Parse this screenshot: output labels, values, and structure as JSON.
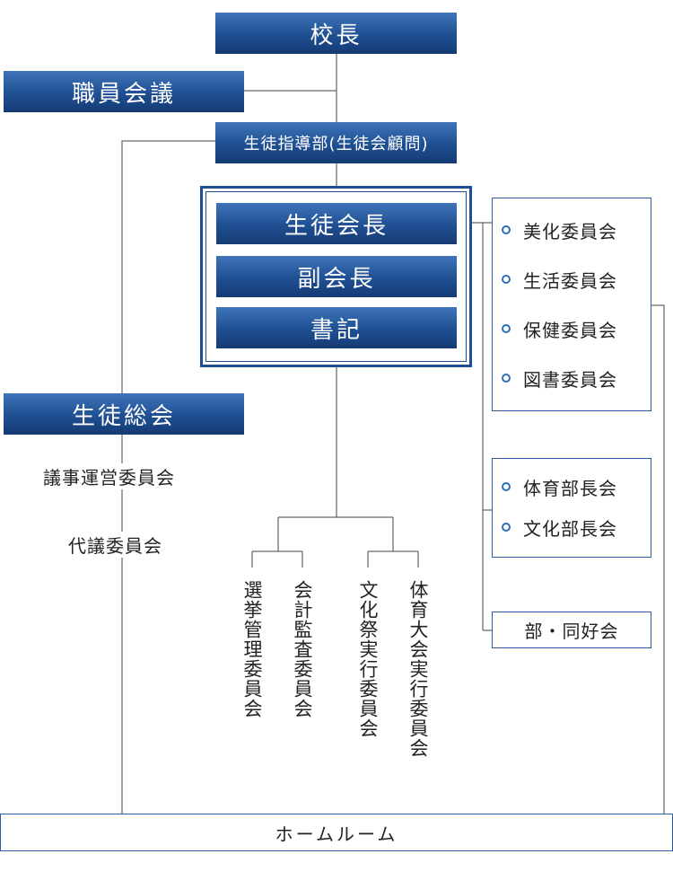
{
  "principal": "校長",
  "staff_meeting": "職員会議",
  "guidance_dept": "生徒指導部(生徒会顧問)",
  "exec": {
    "president": "生徒会長",
    "vice_president": "副会長",
    "secretary": "書記"
  },
  "committees_a": [
    "美化委員会",
    "生活委員会",
    "保健委員会",
    "図書委員会"
  ],
  "committees_b": [
    "体育部長会",
    "文化部長会"
  ],
  "clubs": "部・同好会",
  "general_assembly": "生徒総会",
  "steering_committee": "議事運営委員会",
  "delegates_committee": "代議委員会",
  "sub_committees": [
    "選挙管理委員会",
    "会計監査委員会",
    "文化祭実行委員会",
    "体育大会実行委員会"
  ],
  "homeroom": "ホームルーム",
  "colors": {
    "accent": "#1f4f93",
    "line": "#444444",
    "border": "#2d5ea5"
  }
}
